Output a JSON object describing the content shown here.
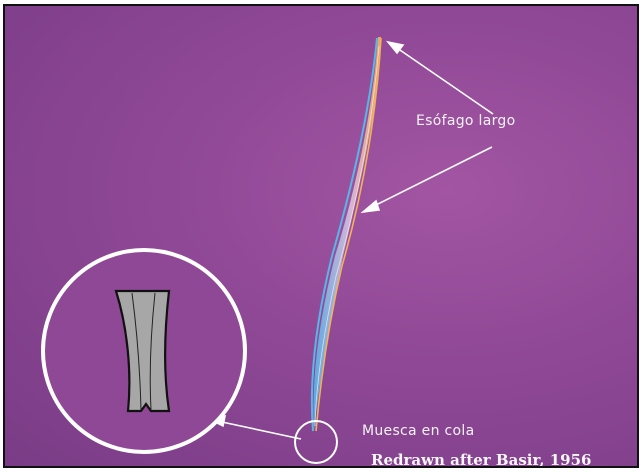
{
  "annotations": {
    "esophagus_label": "Esófago largo",
    "tail_label": "Muesca en cola",
    "credit": "Redrawn after Basir, 1956"
  },
  "colors": {
    "background": "#8f4896",
    "annotation": "#ffffff",
    "worm_blue": "#58b6e8",
    "worm_orange": "#f2b25a"
  }
}
